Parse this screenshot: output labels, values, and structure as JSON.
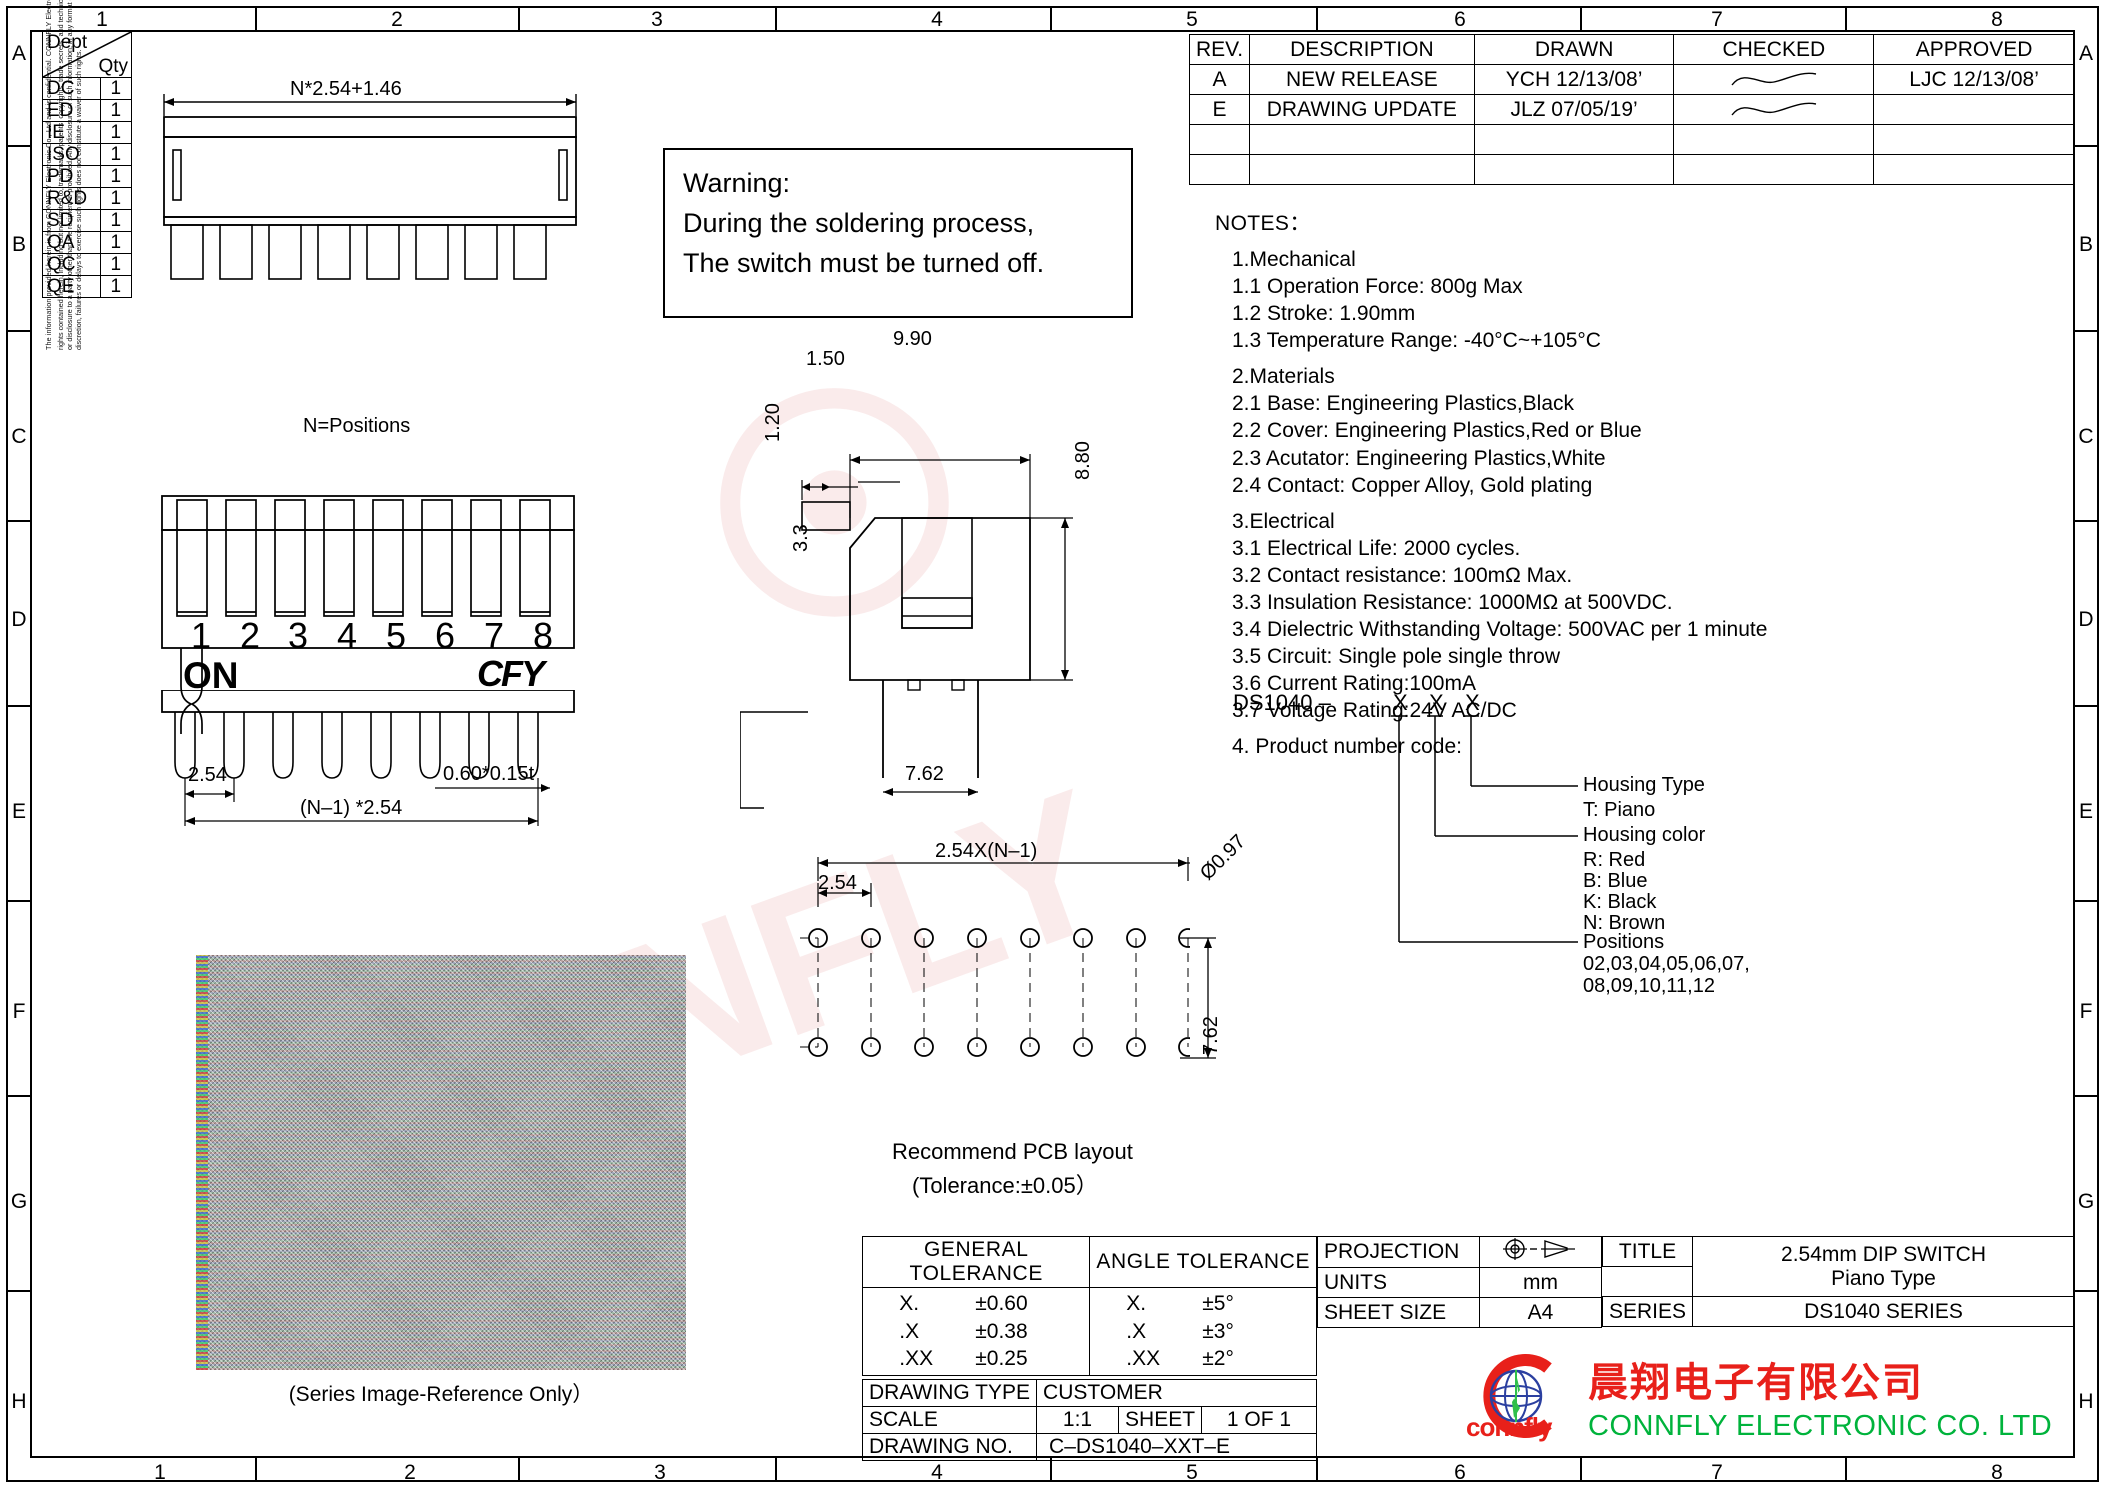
{
  "frame": {
    "zone_cols": [
      "1",
      "2",
      "3",
      "4",
      "5",
      "6",
      "7",
      "8"
    ],
    "zone_rows": [
      "A",
      "B",
      "C",
      "D",
      "E",
      "F",
      "G",
      "H"
    ]
  },
  "dept_table": {
    "header_top": "Dept",
    "header_bottom": "Qty",
    "rows": [
      {
        "dept": "DC",
        "qty": "1"
      },
      {
        "dept": "ED",
        "qty": "1"
      },
      {
        "dept": "IE",
        "qty": "1"
      },
      {
        "dept": "ISO",
        "qty": "1"
      },
      {
        "dept": "PD",
        "qty": "1"
      },
      {
        "dept": "R&D",
        "qty": "1"
      },
      {
        "dept": "SD",
        "qty": "1"
      },
      {
        "dept": "QA",
        "qty": "1"
      },
      {
        "dept": "QC",
        "qty": "1"
      },
      {
        "dept": "QE",
        "qty": "1"
      }
    ]
  },
  "revision_table": {
    "headers": [
      "REV.",
      "DESCRIPTION",
      "DRAWN",
      "CHECKED",
      "APPROVED"
    ],
    "rows": [
      {
        "rev": "A",
        "description": "NEW  RELEASE",
        "drawn": "YCH  12/13/08’",
        "checked": "signature-wave",
        "approved": "LJC  12/13/08’"
      },
      {
        "rev": "E",
        "description": "DRAWING  UPDATE",
        "drawn": "JLZ  07/05/19’",
        "checked": "signature-wave",
        "approved": ""
      },
      {
        "rev": "",
        "description": "",
        "drawn": "",
        "checked": "",
        "approved": ""
      },
      {
        "rev": "",
        "description": "",
        "drawn": "",
        "checked": "",
        "approved": ""
      }
    ]
  },
  "warning": {
    "line1": "Warning:",
    "line2": "During the soldering process,",
    "line3": "The switch must be turned off."
  },
  "notes": {
    "heading": "NOTES：",
    "groups": [
      {
        "title": "1.Mechanical",
        "items": [
          "1.1 Operation Force: 800g Max",
          "1.2 Stroke: 1.90mm",
          "1.3 Temperature Range: -40°C~+105°C"
        ]
      },
      {
        "title": "2.Materials",
        "items": [
          "2.1 Base: Engineering Plastics,Black",
          "2.2 Cover: Engineering Plastics,Red or Blue",
          "2.3 Acutator: Engineering Plastics,White",
          "2.4 Contact: Copper Alloy, Gold plating"
        ]
      },
      {
        "title": "3.Electrical",
        "items": [
          "3.1 Electrical Life: 2000 cycles.",
          "3.2 Contact resistance: 100mΩ Max.",
          "3.3 Insulation Resistance: 1000MΩ at 500VDC.",
          "3.4 Dielectric Withstanding Voltage: 500VAC per 1 minute",
          "3.5 Circuit: Single pole single throw",
          "3.6 Current Rating:100mA",
          "3.7 Voltage Rating:24V AC/DC"
        ]
      },
      {
        "title": "4. Product number code:",
        "items": []
      }
    ]
  },
  "part_number": {
    "base": "DS1040  –",
    "placeholders": [
      "X",
      "X",
      "X"
    ],
    "callouts": [
      {
        "label": "Housing Type"
      },
      {
        "label": "T: Piano"
      },
      {
        "label": "Housing color"
      },
      {
        "label": "R: Red"
      },
      {
        "label": "B: Blue"
      },
      {
        "label": "K: Black"
      },
      {
        "label": "N: Brown"
      },
      {
        "label": "Positions"
      },
      {
        "label": "02,03,04,05,06,07,"
      },
      {
        "label": "08,09,10,11,12"
      }
    ]
  },
  "views": {
    "top_view": {
      "dimension_width": "N*2.54+1.46",
      "note": "N=Positions"
    },
    "front_view": {
      "switch_numbers": [
        "1",
        "2",
        "3",
        "4",
        "5",
        "6",
        "7",
        "8"
      ],
      "on_label": "ON",
      "brand_label": "CFY",
      "dim_pitch": "2.54",
      "dim_pin": "0.60*0.15t",
      "dim_span": "(N–1) *2.54"
    },
    "side_view": {
      "dim_overall_width": "9.90",
      "dim_chamfer": "1.50",
      "dim_height": "8.80",
      "dim_lead_offset": "1.20",
      "dim_lead_length": "3.3",
      "dim_pin_row_spacing": "7.62"
    },
    "pcb_layout": {
      "title": "Recommend PCB layout",
      "subtitle": "(Tolerance:±0.05）",
      "dim_span": "2.54X(N–1)",
      "dim_pitch": "2.54",
      "dim_hole": "Ø0.97",
      "dim_row_spacing": "7.62",
      "hole_count": 8
    }
  },
  "series_image": {
    "caption": "(Series Image-Reference Only）"
  },
  "title_block": {
    "general_tolerance": {
      "header": "GENERAL  TOLERANCE",
      "rows": [
        {
          "place": "X.",
          "value": "±0.60"
        },
        {
          "place": ".X",
          "value": "±0.38"
        },
        {
          "place": ".XX",
          "value": "±0.25"
        }
      ]
    },
    "angle_tolerance": {
      "header": "ANGLE  TOLERANCE",
      "rows": [
        {
          "place": "X.",
          "value": "±5°"
        },
        {
          "place": ".X",
          "value": "±3°"
        },
        {
          "place": ".XX",
          "value": "±2°"
        }
      ]
    },
    "drawing_type_label": "DRAWING  TYPE",
    "drawing_type_value": "CUSTOMER",
    "scale_label": "SCALE",
    "scale_value": "1:1",
    "sheet_label": "SHEET",
    "sheet_value": "1  OF  1",
    "drawing_no_label": "DRAWING  NO.",
    "drawing_no_value": "C–DS1040–XXT–E",
    "projection_label": "PROJECTION",
    "projection_symbol": "third-angle-projection-icon",
    "units_label": "UNITS",
    "units_value": "mm",
    "sheet_size_label": "SHEET  SIZE",
    "sheet_size_value": "A4",
    "title_label": "TITLE",
    "title_line1": "2.54mm DIP SWITCH",
    "title_line2": "Piano Type",
    "series_label": "SERIES",
    "series_value": "DS1040  SERIES"
  },
  "company": {
    "logo": "connfly-globe-logo",
    "wordmark": "connfly",
    "name_cn": "晨翔电子有限公司",
    "name_en": "CONNFLY ELECTRONIC CO. LTD",
    "brand_red": "#e8201a",
    "brand_green": "#00b33c",
    "brand_blue": "#2b3fa0"
  },
  "legal": {
    "line1": "The information provided herein is from CONNFLY Electronic Co., Ltd and is confidential. CONNFLY Electronic Co., Ltd and is confidential and proprietary. The intellectual properties and its",
    "line2": "rights contained herein, including but not limited to, trademarks, patents, copyrights, trade secrets, and technical know-how, are owned exclusively by CONNFLY or its affiliates. Unauthorized use or disclosure to a party other than the recipient is prohibited. Any disclosure of such information, in any format or manner, CONNFLY may enforce its intellectual property rights at its own discretion, failures or delays to exercise such rights does not constitute a waiver of such rights."
  },
  "watermark": {
    "text1": "©",
    "text2": "CONNFLY"
  }
}
